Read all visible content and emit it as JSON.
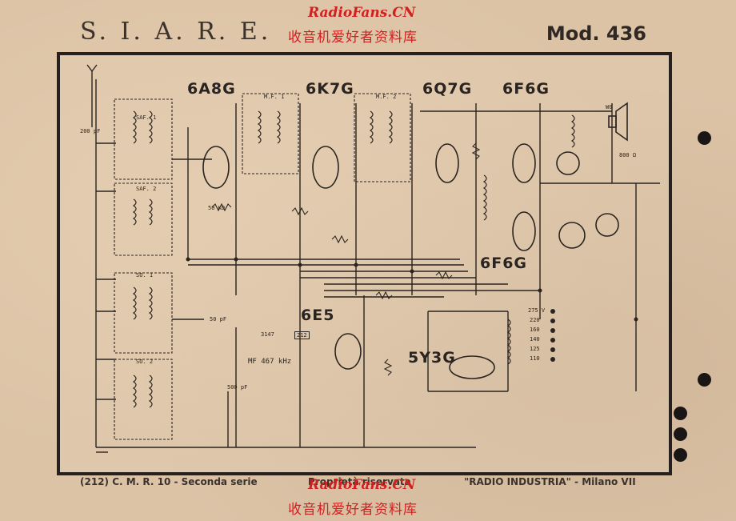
{
  "header": {
    "brand": "S. I. A. R. E.",
    "model": "Mod. 436"
  },
  "watermark": {
    "en": "RadioFans.CN",
    "cn": "收音机爱好者资料库"
  },
  "tubes": [
    "6A8G",
    "6K7G",
    "6Q7G",
    "6F6G",
    "6F6G",
    "6E5",
    "5Y3G"
  ],
  "labels": {
    "if_freq": "MF 467 kHz",
    "part_no": "3147",
    "box_no": "212",
    "saf1": "SAF. 1",
    "saf2": "SAF. 2",
    "mf1": "M.F. 1",
    "mf2": "M.F. 2",
    "so1": "SO. 1",
    "so2": "SO. 2",
    "speaker": "800 Ω",
    "speaker_label": "W0",
    "voltages": [
      "275 V",
      "220",
      "160",
      "140",
      "125",
      "110"
    ],
    "r50k": "50 KΩ",
    "c200pf": "200 pF",
    "c50pf": "50 pF",
    "c500pf": "500 pF"
  },
  "footer": {
    "left": "(212)  C. M. R. 10  -  Seconda  serie",
    "center": "Proprietà riservata",
    "right": "\"RADIO INDUSTRIA\" - Milano VII"
  },
  "colors": {
    "paper": "#dcc3a6",
    "ink": "#2a2420",
    "watermark": "#d22020"
  }
}
